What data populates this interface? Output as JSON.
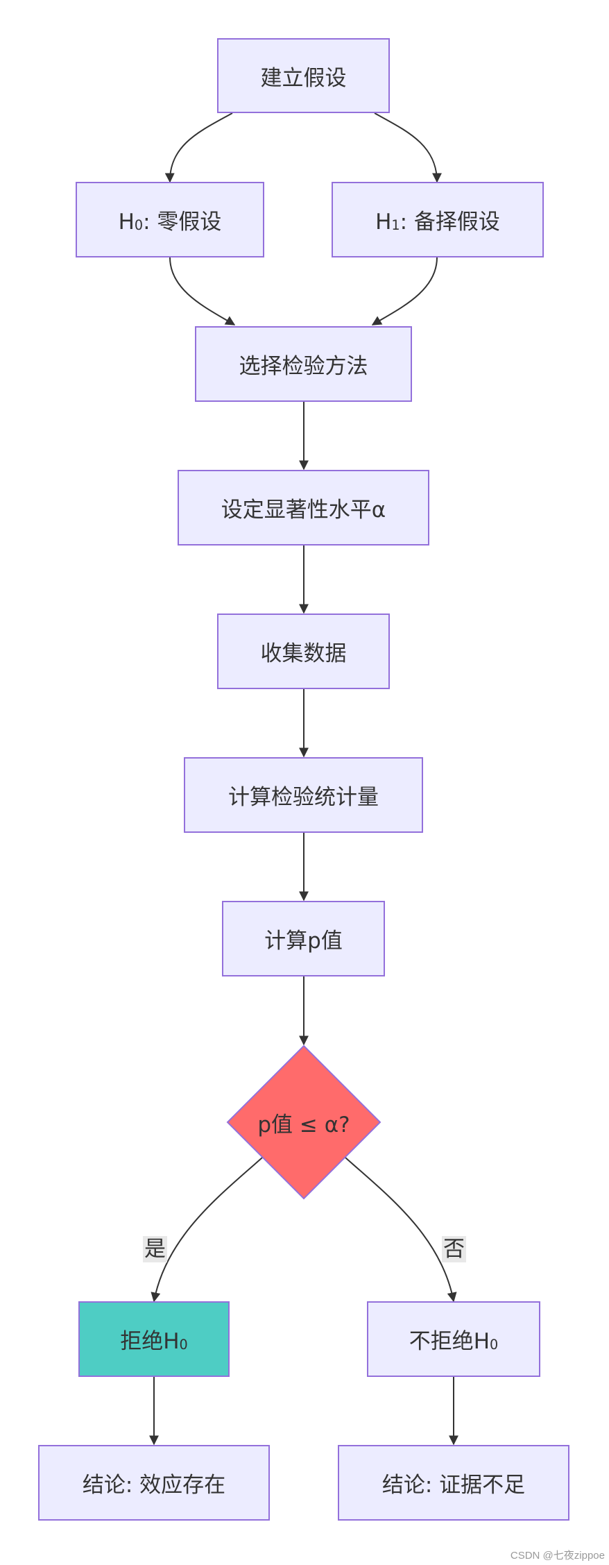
{
  "nodes": {
    "build": "建立假设",
    "h0_prefix": "H",
    "h0_sub": "0",
    "h0_rest": ": 零假设",
    "h1_prefix": "H",
    "h1_sub": "1",
    "h1_rest": ": 备择假设",
    "method": "选择检验方法",
    "alpha": "设定显著性水平α",
    "collect": "收集数据",
    "statistic": "计算检验统计量",
    "pvalue": "计算p值",
    "decision": "p值 ≤ α?",
    "reject_prefix": "拒绝H",
    "reject_sub": "0",
    "notreject_prefix": "不拒绝H",
    "notreject_sub": "0",
    "concl_effect": "结论: 效应存在",
    "concl_insufficient": "结论: 证据不足"
  },
  "edge_labels": {
    "yes": "是",
    "no": "否"
  },
  "colors": {
    "node_fill": "#ECECFF",
    "node_stroke": "#9370DB",
    "decision_fill": "#FF6B6B",
    "reject_fill": "#4ECDC4",
    "edge": "#333333"
  },
  "watermark": "CSDN @七夜zippoe"
}
